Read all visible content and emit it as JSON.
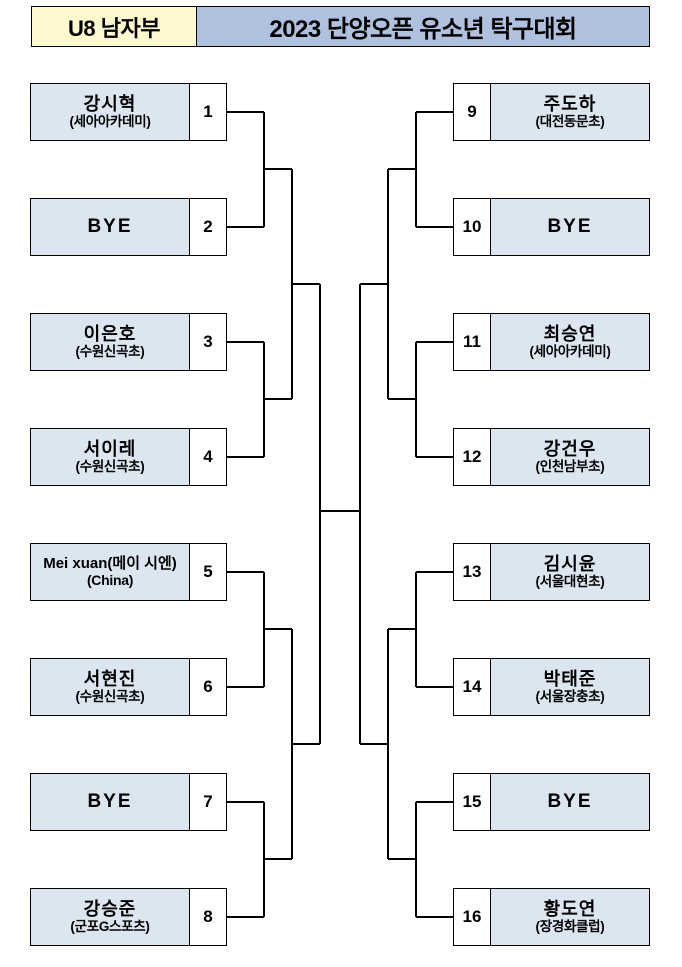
{
  "header": {
    "division_label": "U8 남자부",
    "tournament_title": "2023 단양오픈 유소년 탁구대회",
    "division_bg": "#fdf8cd",
    "title_bg": "#b0c1e0"
  },
  "colors": {
    "seed_fill": "#dce6f1",
    "seed_border": "#000000",
    "number_fill": "#ffffff",
    "line": "#000000"
  },
  "bracket": {
    "type": "single-elimination",
    "rounds": 4,
    "slots": 16,
    "left": [
      {
        "seed": "1",
        "name": "강시혁",
        "club": "(세아아카데미)"
      },
      {
        "seed": "2",
        "name": "BYE",
        "club": ""
      },
      {
        "seed": "3",
        "name": "이은호",
        "club": "(수원신곡초)"
      },
      {
        "seed": "4",
        "name": "서이레",
        "club": "(수원신곡초)"
      },
      {
        "seed": "5",
        "name": "Mei xuan(메이 시엔)",
        "club": "(China)"
      },
      {
        "seed": "6",
        "name": "서현진",
        "club": "(수원신곡초)"
      },
      {
        "seed": "7",
        "name": "BYE",
        "club": ""
      },
      {
        "seed": "8",
        "name": "강승준",
        "club": "(군포G스포츠)"
      }
    ],
    "right": [
      {
        "seed": "9",
        "name": "주도하",
        "club": "(대전동문초)"
      },
      {
        "seed": "10",
        "name": "BYE",
        "club": ""
      },
      {
        "seed": "11",
        "name": "최승연",
        "club": "(세아아카데미)"
      },
      {
        "seed": "12",
        "name": "강건우",
        "club": "(인천남부초)"
      },
      {
        "seed": "13",
        "name": "김시윤",
        "club": "(서울대현초)"
      },
      {
        "seed": "14",
        "name": "박태준",
        "club": "(서울장충초)"
      },
      {
        "seed": "15",
        "name": "BYE",
        "club": ""
      },
      {
        "seed": "16",
        "name": "황도연",
        "club": "(장경화클럽)"
      }
    ]
  }
}
